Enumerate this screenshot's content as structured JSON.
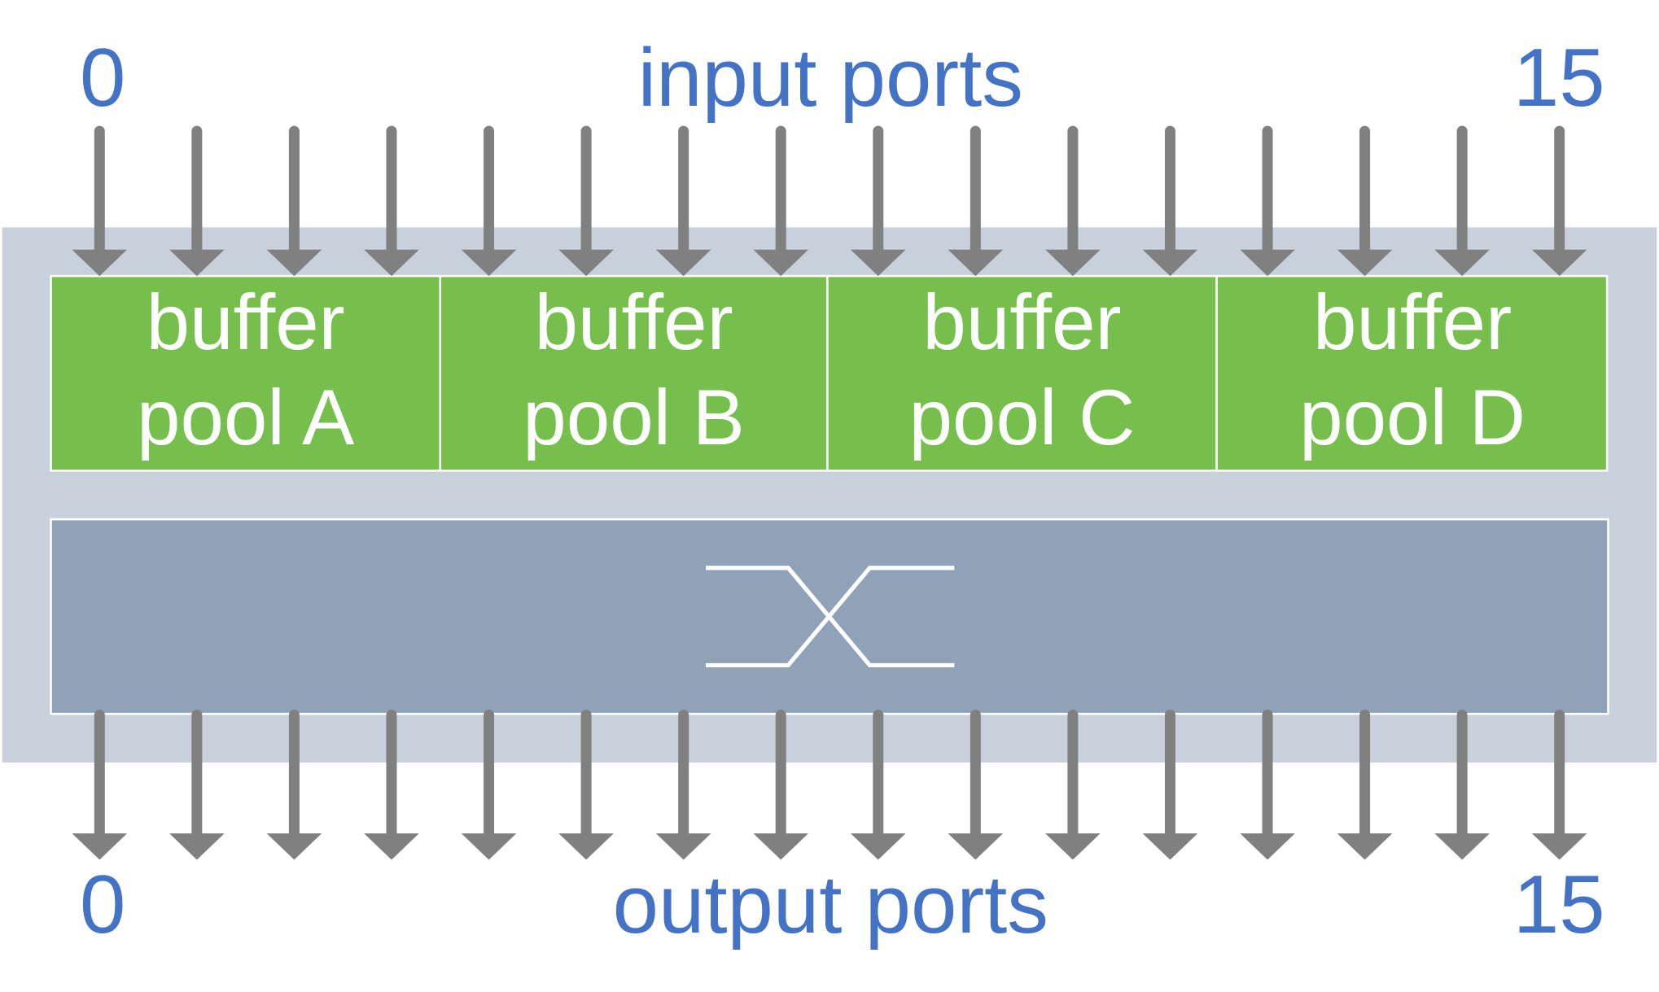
{
  "colors": {
    "label": "#4472c4",
    "frame": "#c8d0dc",
    "buffer": "#76bf4c",
    "switch": "#8fa2b8",
    "arrow": "#808080"
  },
  "input": {
    "label": "input ports",
    "first": "0",
    "last": "15",
    "count": 16
  },
  "output": {
    "label": "output ports",
    "first": "0",
    "last": "15",
    "count": 16
  },
  "pools": [
    {
      "line1": "buffer",
      "line2": "pool A"
    },
    {
      "line1": "buffer",
      "line2": "pool B"
    },
    {
      "line1": "buffer",
      "line2": "pool C"
    },
    {
      "line1": "buffer",
      "line2": "pool D"
    }
  ],
  "switch_icon": "crossbar-switch-icon"
}
